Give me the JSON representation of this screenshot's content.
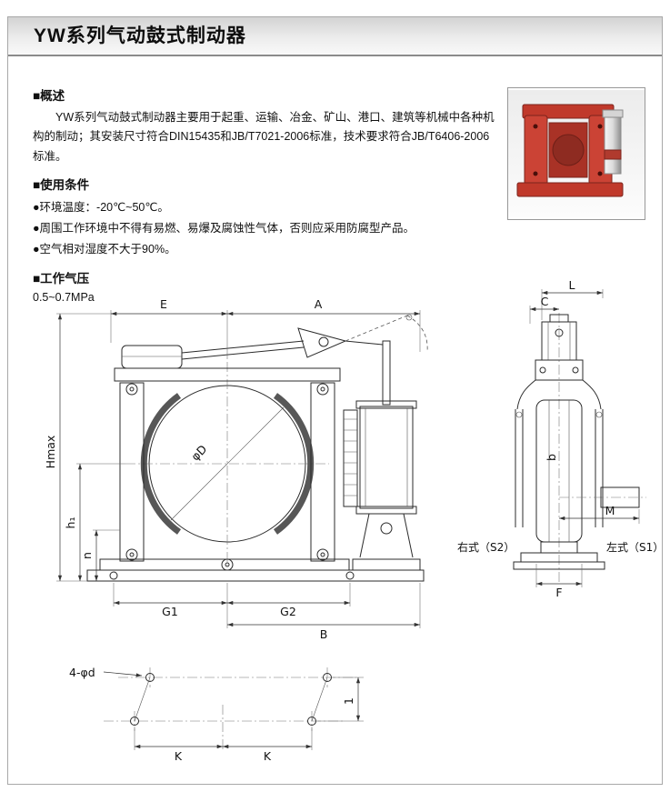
{
  "page": {
    "title": "YW系列气动鼓式制动器"
  },
  "sections": {
    "overview": {
      "heading": "■概述",
      "body": "YW系列气动鼓式制动器主要用于起重、运输、冶金、矿山、港口、建筑等机械中各种机构的制动；其安装尺寸符合DIN15435和JB/T7021-2006标准，技术要求符合JB/T6406-2006标准。"
    },
    "conditions": {
      "heading": "■使用条件",
      "items": [
        "●环境温度：-20℃~50℃。",
        "●周围工作环境中不得有易燃、易爆及腐蚀性气体，否则应采用防腐型产品。",
        "●空气相对湿度不大于90%。"
      ]
    },
    "pressure": {
      "heading": "■工作气压",
      "value": "0.5~0.7MPa"
    }
  },
  "drawing": {
    "front": {
      "labels": {
        "E": "E",
        "A": "A",
        "Hmax": "Hmax",
        "h1": "h₁",
        "n": "n",
        "phiD": "φD",
        "G1": "G1",
        "G2": "G2",
        "B": "B"
      }
    },
    "side": {
      "labels": {
        "L": "L",
        "C": "C",
        "b": "b",
        "M": "M",
        "F": "F",
        "right_type": "右式（S2）",
        "left_type": "左式（S1）"
      }
    },
    "holes": {
      "labels": {
        "callout": "4-φd",
        "K1": "K",
        "K2": "K",
        "spacing": "1"
      }
    }
  }
}
